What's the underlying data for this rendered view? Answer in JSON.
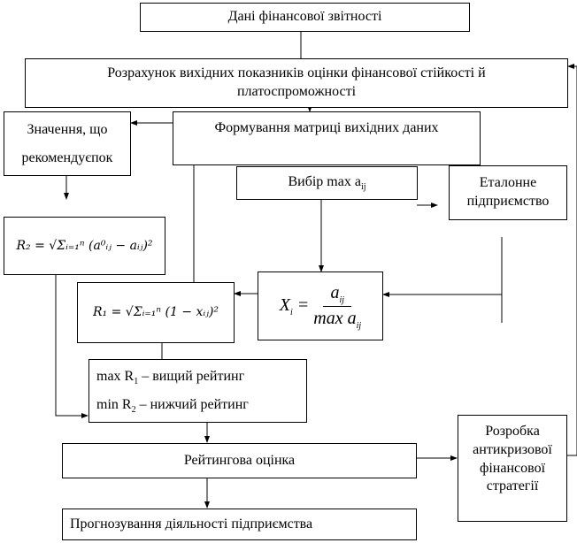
{
  "boxes": {
    "source": "Дані фінансової звітності",
    "calc": "Розрахунок вихідних показників оцінки фінансової стійкості й платоспроможності",
    "recommended": "Значення, що рекомендуєпок",
    "matrix": "Формування матриці вихідних даних",
    "select_max": "Вибір max a",
    "select_max_sub": "ij",
    "reference": "Еталонне підприємство",
    "rating_rule_1": "max R",
    "rating_rule_1_sub": "1",
    "rating_rule_1_text": " – вищий рейтинг",
    "rating_rule_2": "min R",
    "rating_rule_2_sub": "2",
    "rating_rule_2_text": " – нижчий рейтинг",
    "rating": "Рейтингова оцінка",
    "strategy": "Розробка антикризової фінансової стратегії",
    "forecast": "Прогнозування діяльності підприємства"
  },
  "formulas": {
    "r2": "R₂ = √Σᵢ₌₁ⁿ (a⁰ᵢⱼ − aᵢⱼ)²",
    "r1": "R₁ = √Σᵢ₌₁ⁿ (1 − xᵢⱼ)²",
    "xi": "Xᵢ = aᵢⱼ / max aᵢⱼ"
  }
}
